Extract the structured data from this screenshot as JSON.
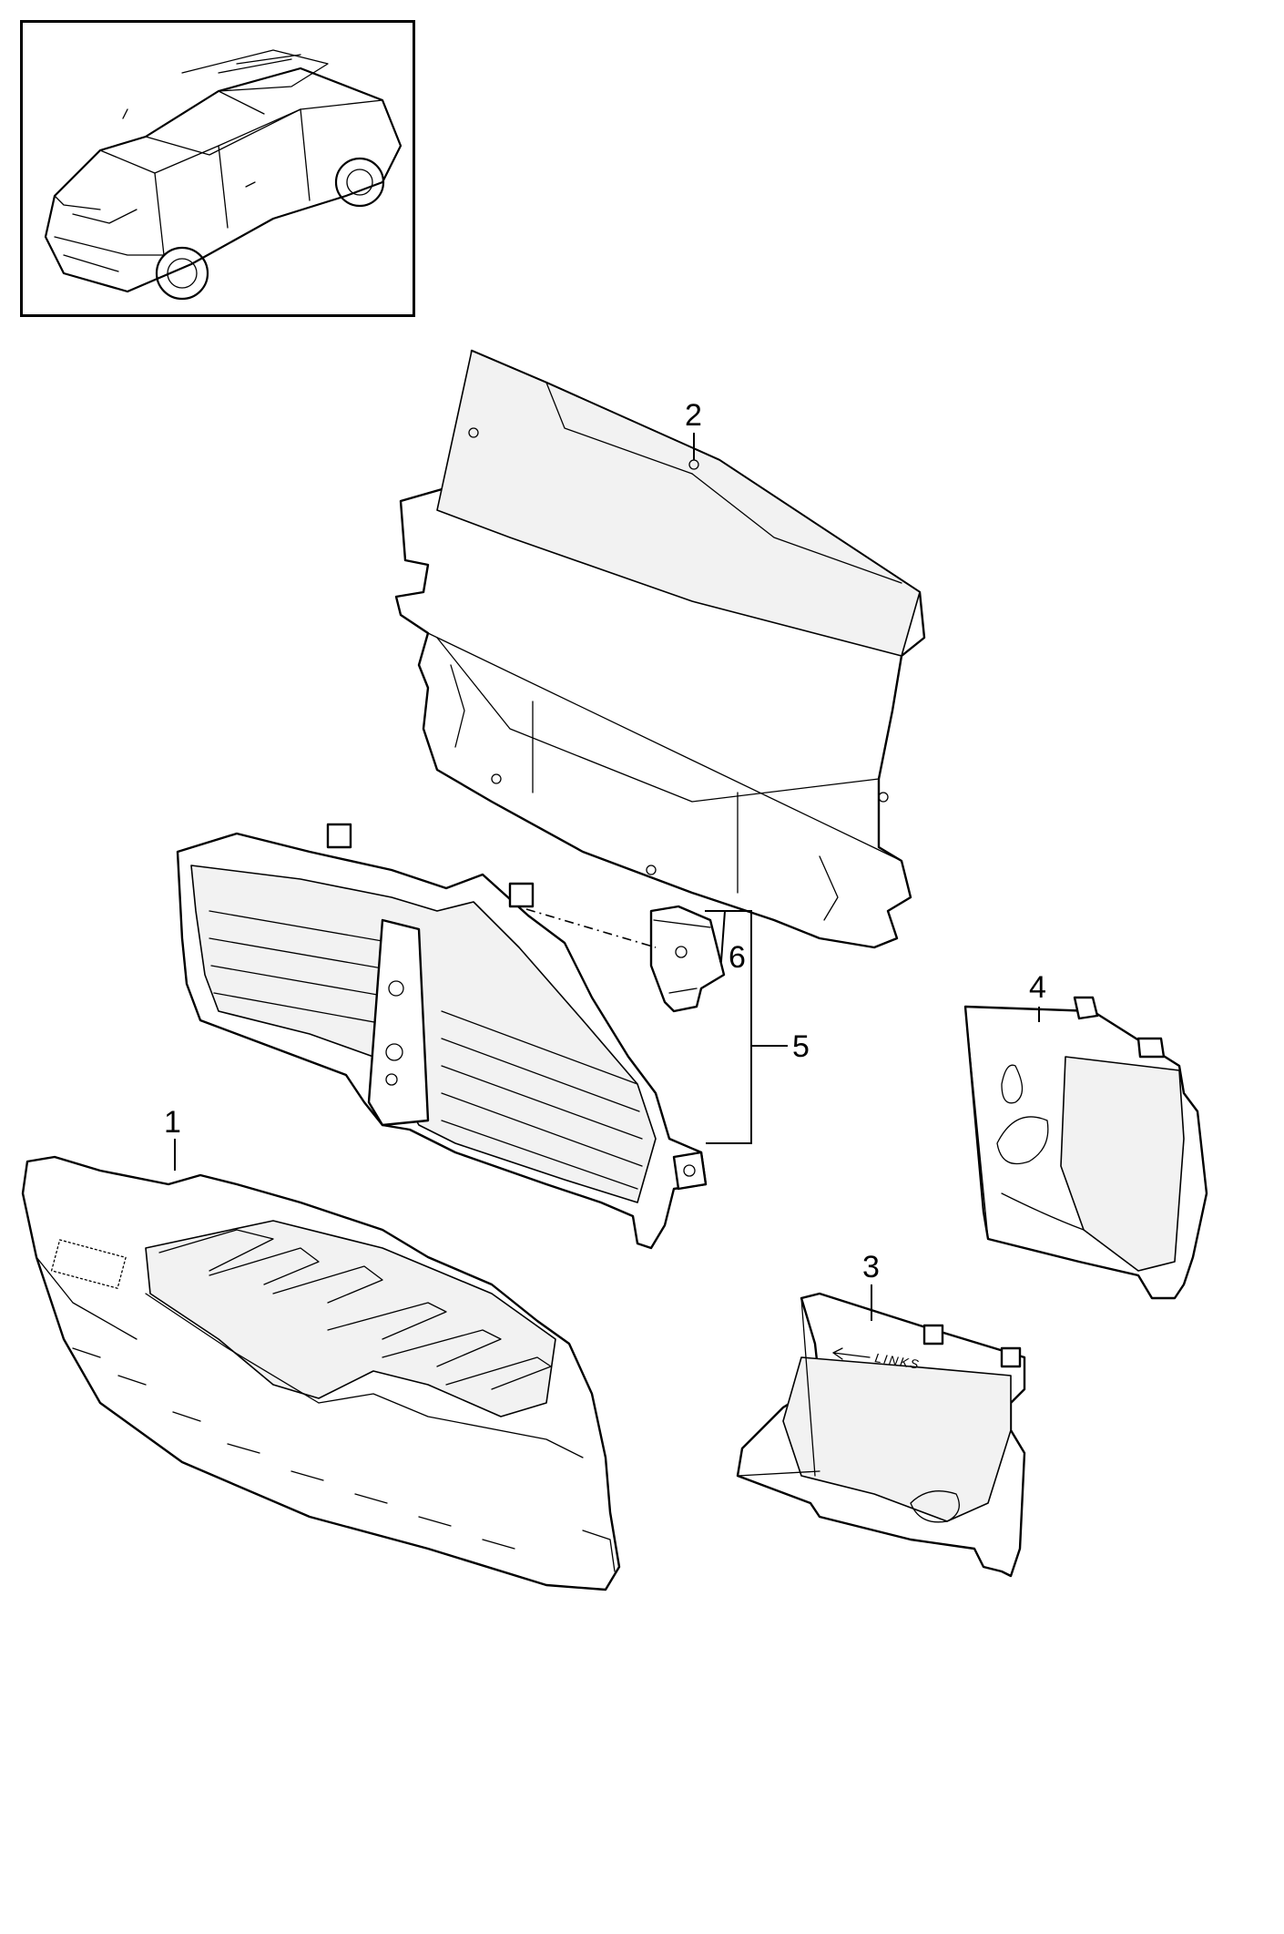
{
  "callouts": [
    {
      "id": "1",
      "label": "1"
    },
    {
      "id": "2",
      "label": "2"
    },
    {
      "id": "3",
      "label": "3"
    },
    {
      "id": "4",
      "label": "4"
    },
    {
      "id": "5",
      "label": "5"
    },
    {
      "id": "6",
      "label": "6"
    }
  ],
  "part_stamp_text": "LINKS",
  "vehicle_icon": "suv-vehicle-icon"
}
